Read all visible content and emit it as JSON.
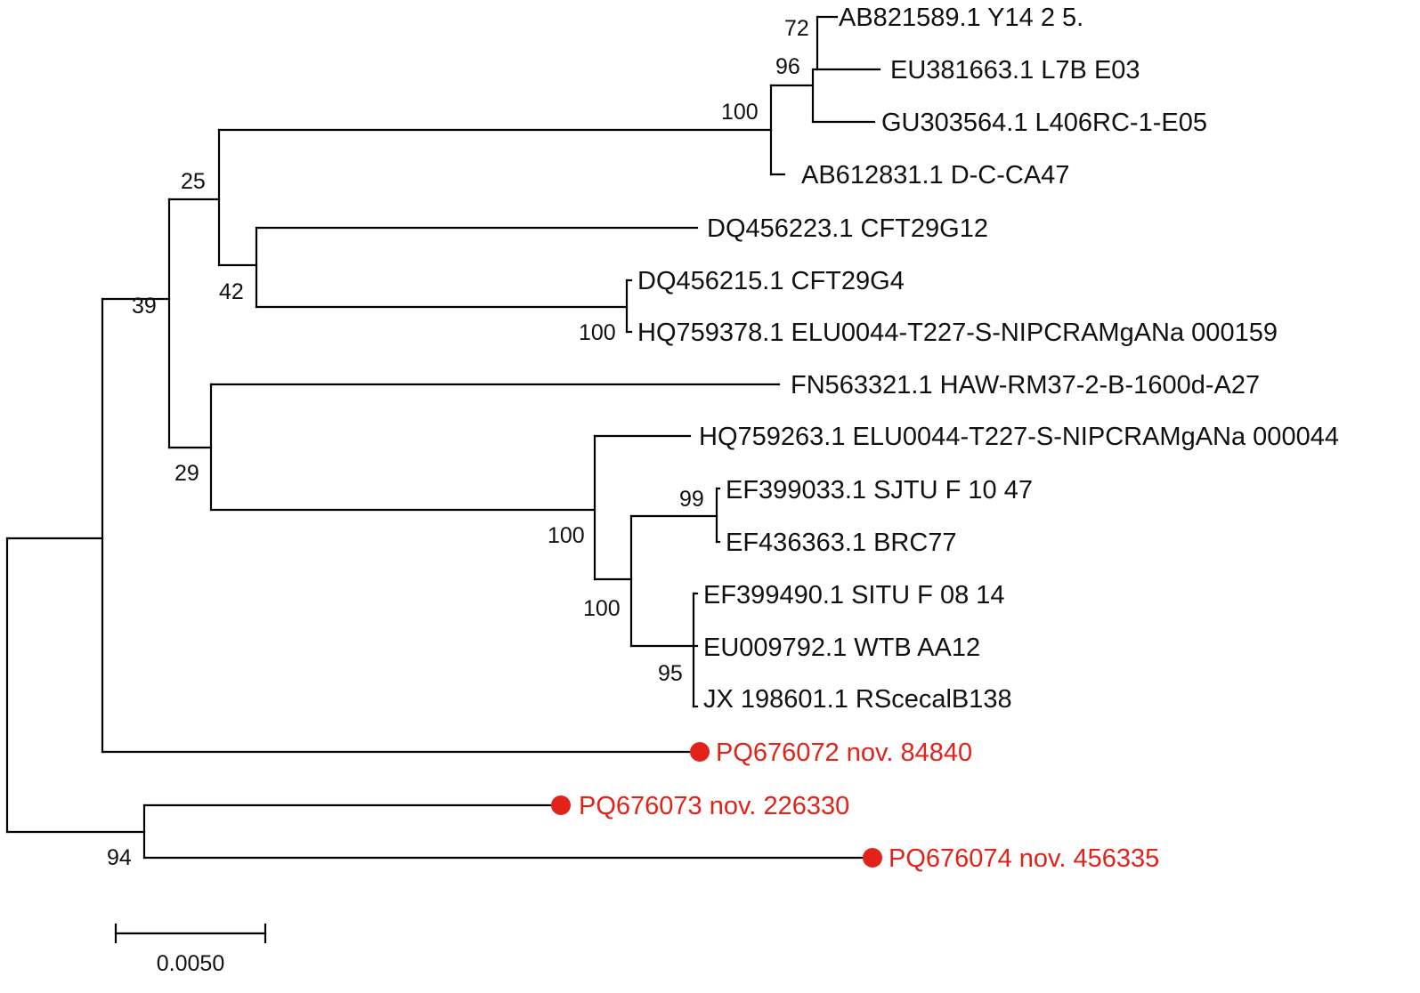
{
  "tree": {
    "colors": {
      "branch": "#000000",
      "label": "#111111",
      "novel": "#e2231a"
    },
    "taxa": [
      {
        "id": "t1",
        "label": "AB821589.1 Y14 2 5.",
        "novel": false
      },
      {
        "id": "t2",
        "label": "EU381663.1 L7B E03",
        "novel": false
      },
      {
        "id": "t3",
        "label": "GU303564.1 L406RC-1-E05",
        "novel": false
      },
      {
        "id": "t4",
        "label": "AB612831.1 D-C-CA47",
        "novel": false
      },
      {
        "id": "t5",
        "label": "DQ456223.1 CFT29G12",
        "novel": false
      },
      {
        "id": "t6",
        "label": "DQ456215.1 CFT29G4",
        "novel": false
      },
      {
        "id": "t7",
        "label": "HQ759378.1 ELU0044-T227-S-NIPCRAMgANa 000159",
        "novel": false
      },
      {
        "id": "t8",
        "label": "FN563321.1 HAW-RM37-2-B-1600d-A27",
        "novel": false
      },
      {
        "id": "t9",
        "label": "HQ759263.1 ELU0044-T227-S-NIPCRAMgANa 000044",
        "novel": false
      },
      {
        "id": "t10",
        "label": "EF399033.1 SJTU F 10 47",
        "novel": false
      },
      {
        "id": "t11",
        "label": "EF436363.1 BRC77",
        "novel": false
      },
      {
        "id": "t12",
        "label": "EF399490.1 SITU F 08 14",
        "novel": false
      },
      {
        "id": "t13",
        "label": "EU009792.1 WTB AA12",
        "novel": false
      },
      {
        "id": "t14",
        "label": "JX 198601.1 RScecalB138",
        "novel": false
      },
      {
        "id": "t15",
        "label": "PQ676072 nov. 84840",
        "novel": true
      },
      {
        "id": "t16",
        "label": "PQ676073 nov. 226330",
        "novel": true
      },
      {
        "id": "t17",
        "label": "PQ676074 nov. 456335",
        "novel": true
      }
    ],
    "support": {
      "n72": "72",
      "n96": "96",
      "n100a": "100",
      "n25": "25",
      "n42": "42",
      "n100b": "100",
      "n39": "39",
      "n29": "29",
      "n100c": "100",
      "n99": "99",
      "n100d": "100",
      "n95": "95",
      "n94": "94"
    },
    "scale_bar": {
      "label": "0.0050",
      "value": 0.005
    }
  }
}
